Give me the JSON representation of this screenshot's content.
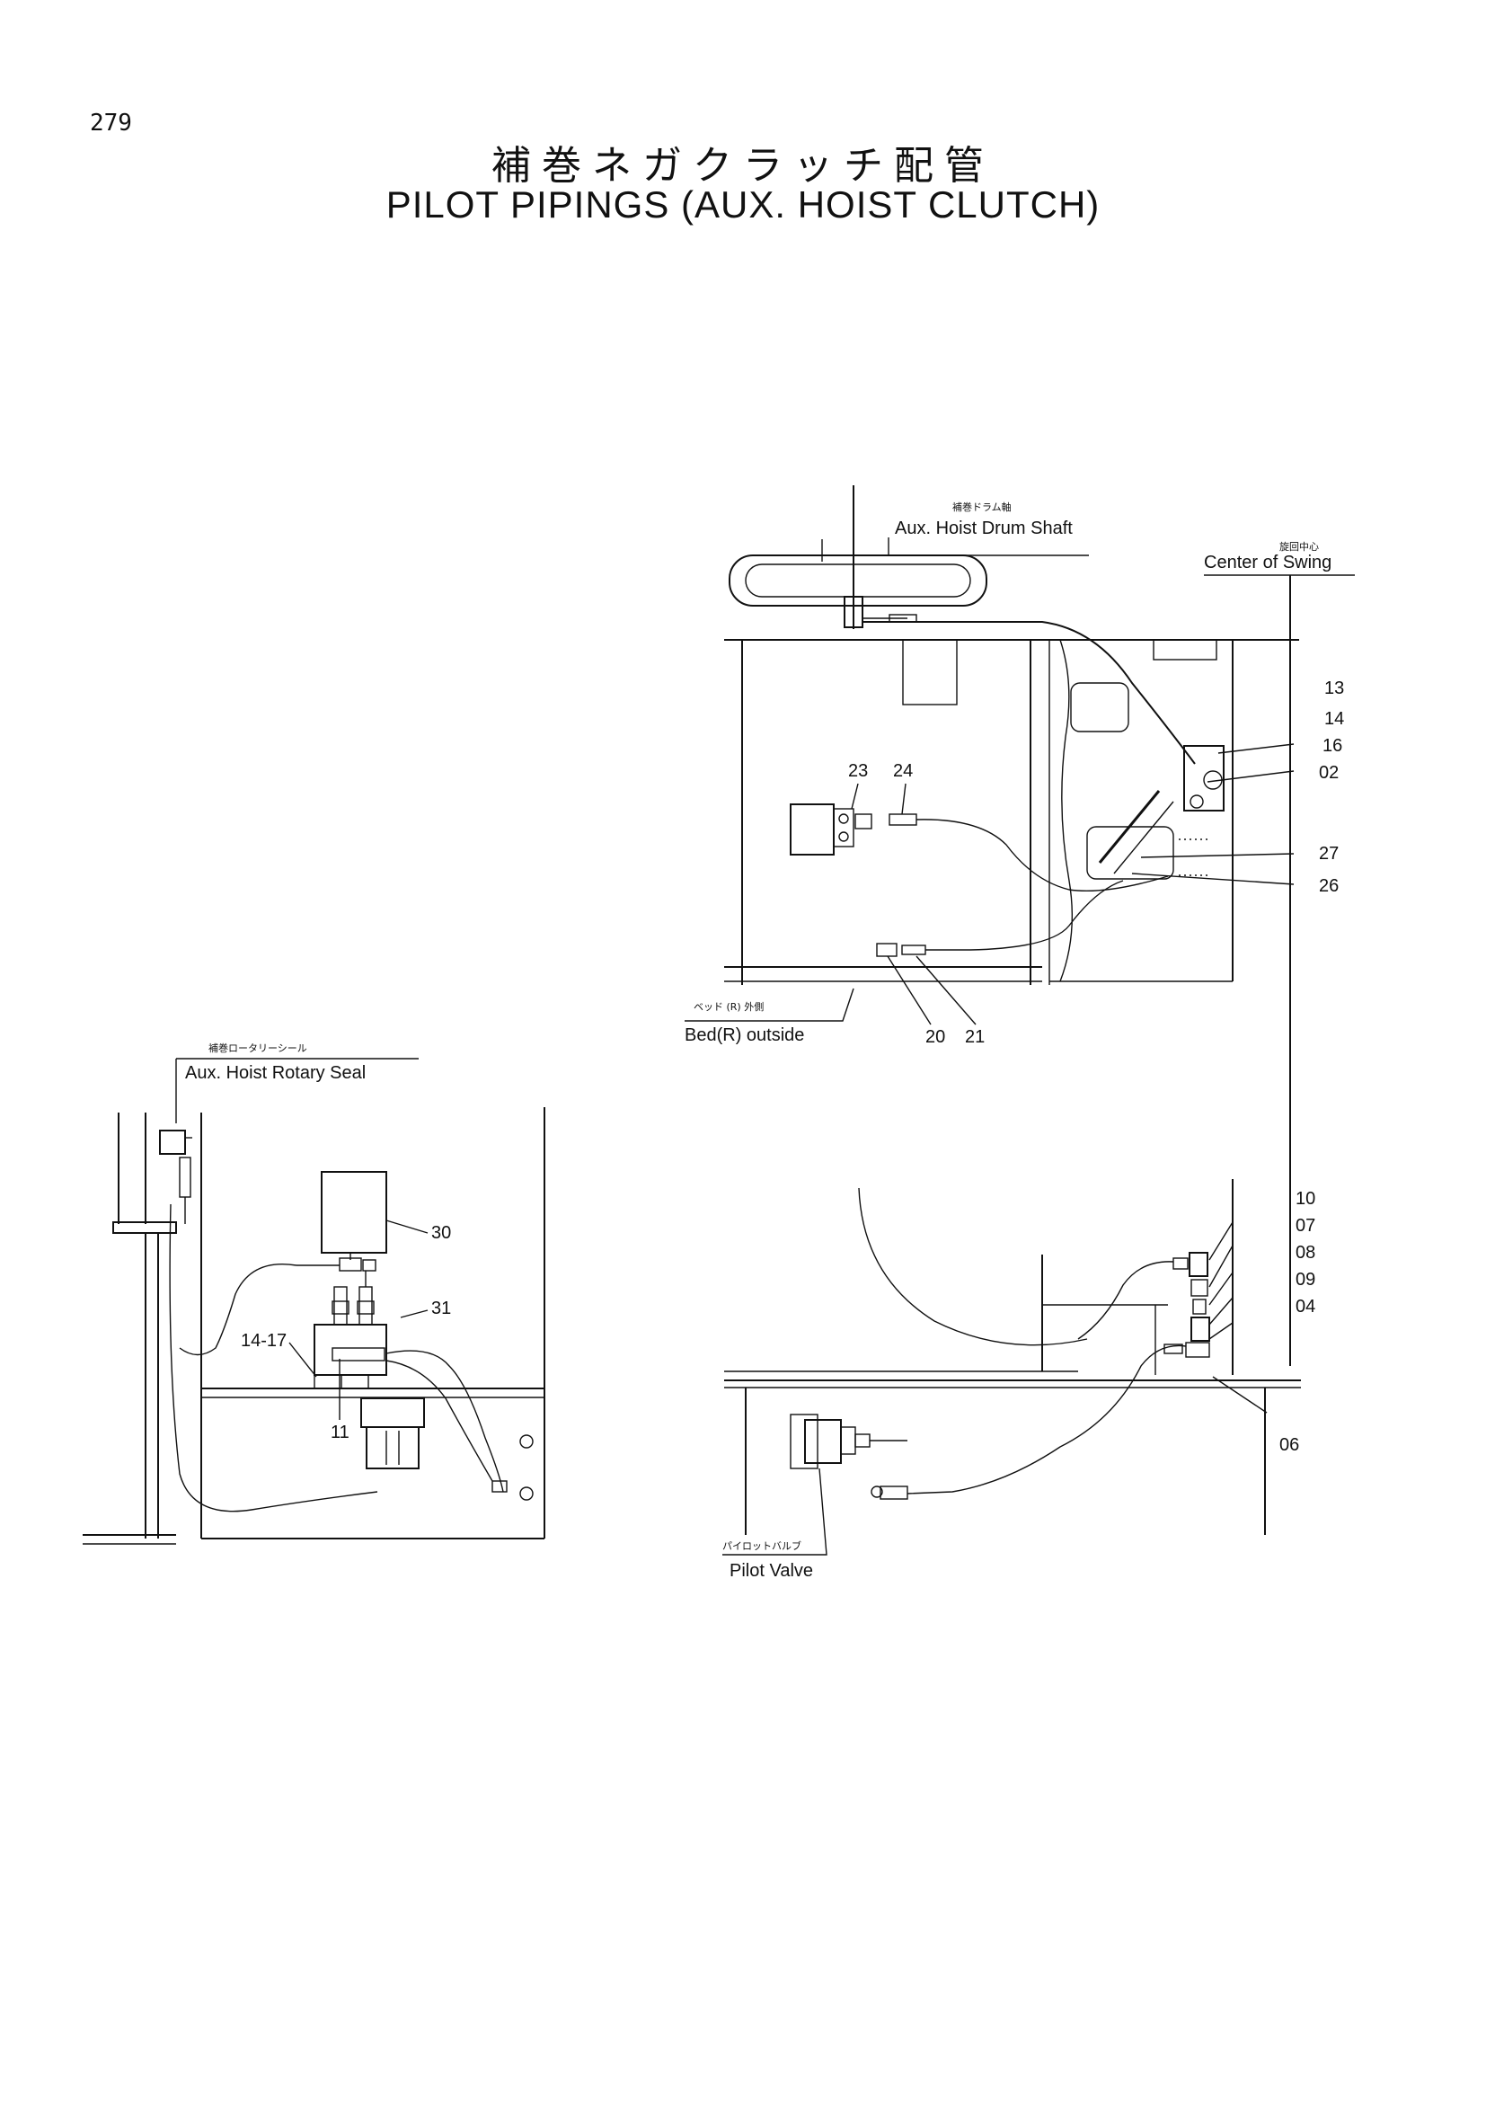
{
  "page": {
    "number": "279",
    "title_jp": "補巻ネガクラッチ配管",
    "title_en": "PILOT PIPINGS (AUX. HOIST CLUTCH)"
  },
  "labels": {
    "aux_drum_shaft_jp": "補巻ドラム軸",
    "aux_drum_shaft_en": "Aux. Hoist Drum Shaft",
    "center_swing_jp": "旋回中心",
    "center_swing_en": "Center of Swing",
    "bed_outside_jp": "ベッド (R) 外側",
    "bed_outside_en": "Bed(R) outside",
    "rotary_seal_jp": "補巻ロータリーシール",
    "rotary_seal_en": "Aux. Hoist Rotary Seal",
    "pilot_valve_jp": "パイロットバルブ",
    "pilot_valve_en": "Pilot Valve"
  },
  "callouts": {
    "n13": "13",
    "n14": "14",
    "n16": "16",
    "n02": "02",
    "n27": "27",
    "n26": "26",
    "n23": "23",
    "n24": "24",
    "n20": "20",
    "n21": "21",
    "n30": "30",
    "n31": "31",
    "n14_17": "14-17",
    "n11": "11",
    "n10": "10",
    "n07": "07",
    "n08": "08",
    "n09": "09",
    "n04": "04",
    "n06": "06"
  }
}
